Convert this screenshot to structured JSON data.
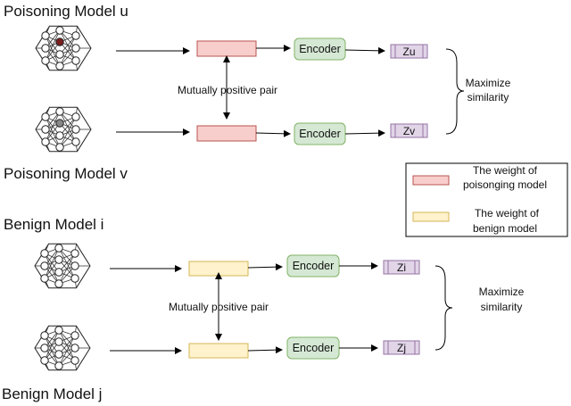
{
  "poison": {
    "model_u_title": "Poisoning Model u",
    "model_v_title": "Poisoning Model v",
    "pair_label": "Mutually positive pair",
    "encoder_label": "Encoder",
    "z_u": "Zu",
    "z_v": "Zv",
    "maximize_line1": "Maximize",
    "maximize_line2": "similarity"
  },
  "benign": {
    "model_i_title": "Benign Model i",
    "model_j_title": "Benign Model j",
    "pair_label": "Mutually positive pair",
    "encoder_label": "Encoder",
    "z_i": "Zi",
    "z_j": "Zj",
    "maximize_line1": "Maximize",
    "maximize_line2": "similarity"
  },
  "legend": {
    "poison_line1": "The weight of",
    "poison_line2": "poisonging model",
    "benign_line1": "The weight of",
    "benign_line2": "benign model"
  },
  "colors": {
    "poison_fill": "#f8cecc",
    "poison_stroke": "#b85450",
    "benign_fill": "#fff2cc",
    "benign_stroke": "#d6b656",
    "encoder_fill": "#d5e8d4",
    "encoder_stroke": "#82b366",
    "z_fill": "#e1d5e7",
    "z_stroke": "#9673a6",
    "poison_node": "#7a1f1f",
    "gray_node": "#888888"
  }
}
